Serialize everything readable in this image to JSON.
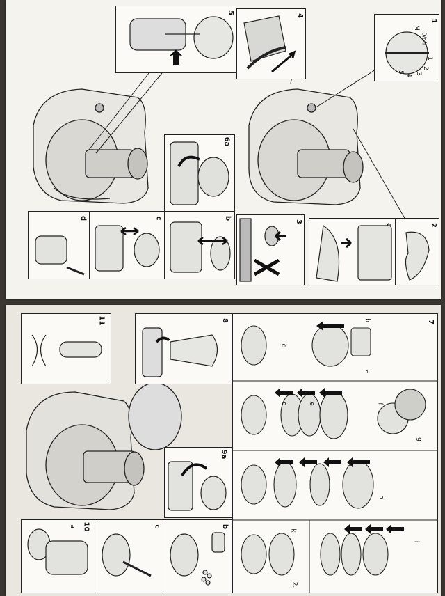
{
  "top_page": {
    "panels": [
      {
        "id": "p1",
        "number": "1",
        "dial_labels": [
          "M",
          "0/off",
          "1",
          "2",
          "3",
          "4",
          "5"
        ]
      },
      {
        "id": "p2",
        "number": "2"
      },
      {
        "id": "p2a",
        "number": "a"
      },
      {
        "id": "p3",
        "number": "3"
      },
      {
        "id": "p4",
        "number": "4"
      },
      {
        "id": "p5",
        "number": "5"
      },
      {
        "id": "p6a",
        "number": "6a"
      },
      {
        "id": "p6b",
        "number": "b"
      },
      {
        "id": "p6c",
        "number": "c"
      },
      {
        "id": "p6d",
        "number": "d"
      }
    ]
  },
  "bottom_page": {
    "panels": [
      {
        "id": "p7",
        "number": "7",
        "sub_labels": [
          "a",
          "b",
          "c",
          "d",
          "e",
          "f",
          "g",
          "h",
          "i",
          "k",
          "2."
        ]
      },
      {
        "id": "p8",
        "number": "8"
      },
      {
        "id": "p9a",
        "number": "9a"
      },
      {
        "id": "p9b",
        "number": "b"
      },
      {
        "id": "p9c",
        "number": "c"
      },
      {
        "id": "p10",
        "number": "10"
      },
      {
        "id": "p10a",
        "number": "a"
      },
      {
        "id": "p11",
        "number": "11"
      }
    ]
  },
  "colors": {
    "paper": "#f2f0ea",
    "line": "#222222",
    "shade": "#9a9a9a",
    "background": "#3a3632"
  }
}
